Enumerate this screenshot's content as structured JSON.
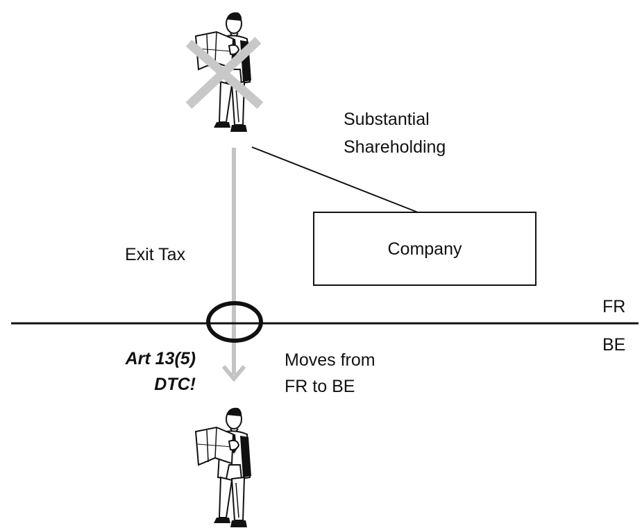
{
  "diagram": {
    "labels": {
      "shareholding_line1": "Substantial",
      "shareholding_line2": "Shareholding",
      "company": "Company",
      "exit_tax": "Exit Tax",
      "country_top": "FR",
      "country_bottom": "BE",
      "article_line1": "Art 13(5)",
      "article_line2": "DTC!",
      "moves_line1": "Moves from",
      "moves_line2": "FR to BE"
    },
    "colors": {
      "ink": "#111111",
      "migration_arrow": "#c4c4c4",
      "cross_mark": "#c8c8c8"
    },
    "icons": {
      "person_before": "person-reading-map-icon",
      "person_after": "person-reading-map-icon",
      "crossed_out": "cross-out-icon"
    }
  }
}
